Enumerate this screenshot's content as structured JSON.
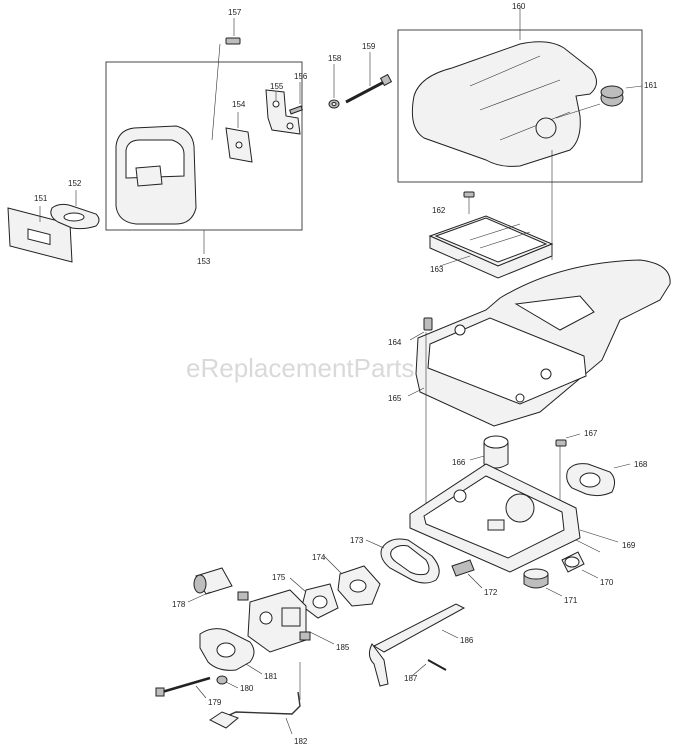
{
  "watermark": "eReplacementParts.com",
  "labels": {
    "p151": "151",
    "p152": "152",
    "p153": "153",
    "p154": "154",
    "p155": "155",
    "p156": "156",
    "p157": "157",
    "p158": "158",
    "p159": "159",
    "p160": "160",
    "p161": "161",
    "p162": "162",
    "p163": "163",
    "p164": "164",
    "p165": "165",
    "p166": "166",
    "p167": "167",
    "p168": "168",
    "p169": "169",
    "p170": "170",
    "p171": "171",
    "p172": "172",
    "p173": "173",
    "p174": "174",
    "p175": "175",
    "p178": "178",
    "p179": "179",
    "p180": "180",
    "p181": "181",
    "p182": "182",
    "p185": "185",
    "p186": "186",
    "p187": "187"
  }
}
